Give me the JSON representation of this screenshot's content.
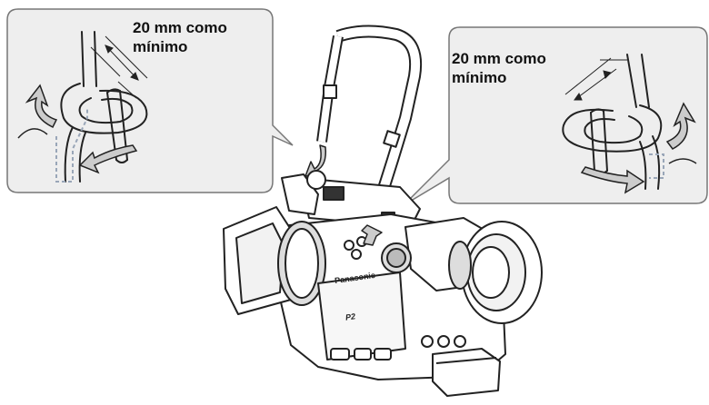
{
  "callouts": {
    "left": {
      "label": "20 mm como\nmínimo"
    },
    "right": {
      "label": "20 mm como\nmínimo"
    }
  },
  "camera": {
    "brand": "Panasonic",
    "model": "P2"
  },
  "colors": {
    "panel_fill": "#eeeeee",
    "panel_border": "#777777",
    "line": "#222222",
    "arrow_fill": "#cccccc",
    "dashed_outline": "#99a6b8"
  }
}
